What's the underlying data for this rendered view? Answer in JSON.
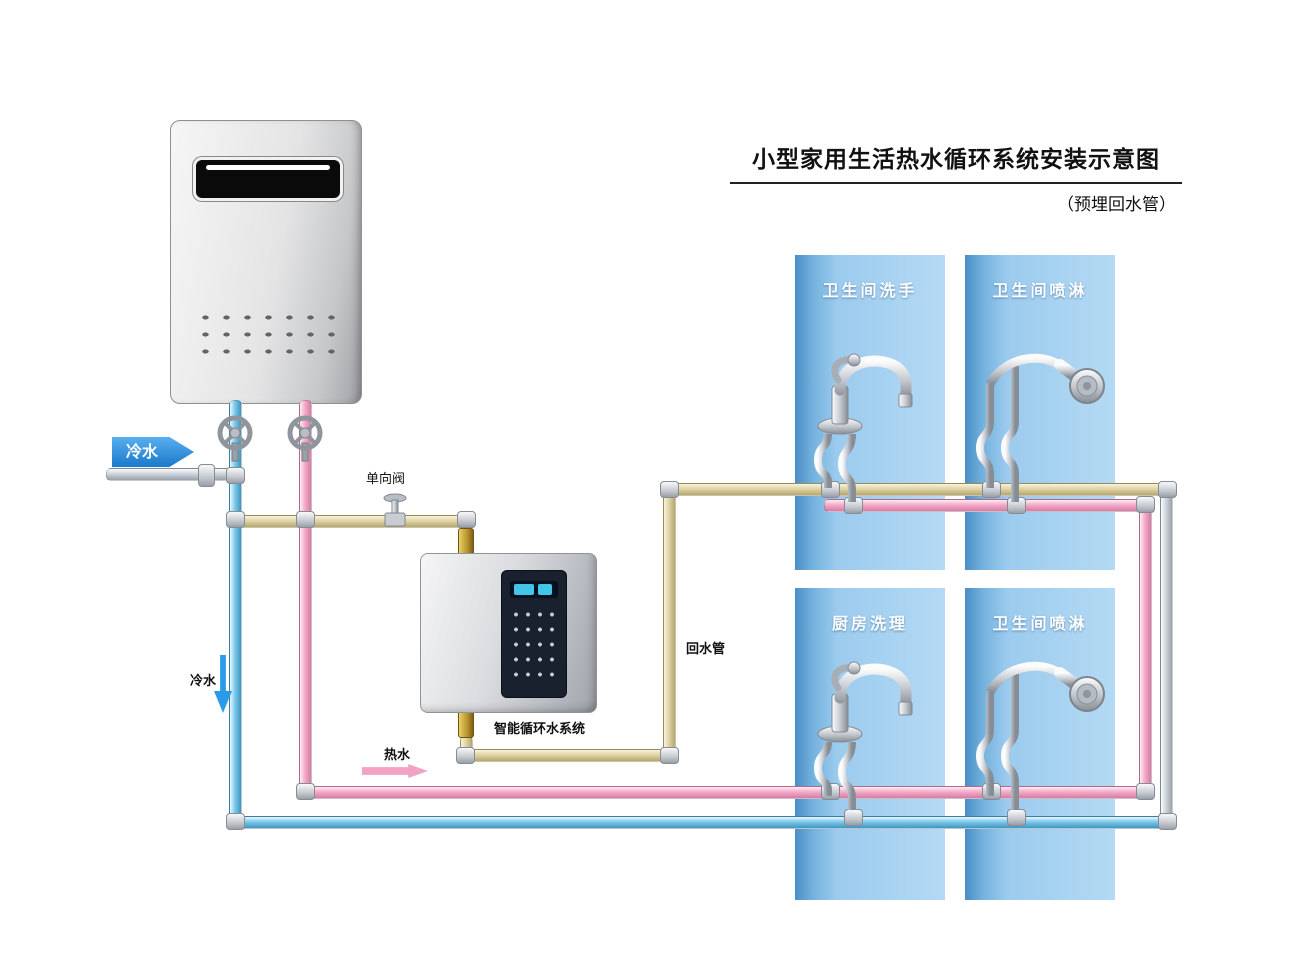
{
  "title": {
    "main": "小型家用生活热水循环系统安装示意图",
    "sub": "（预埋回水管）"
  },
  "labels": {
    "cold_inlet": "冷水",
    "check_valve": "单向阀",
    "device_name": "智能循环水系统",
    "return_pipe": "回水管",
    "cold_down": "冷水",
    "hot_water": "热水"
  },
  "panels": [
    {
      "label": "卫生间洗手",
      "fixture": "faucet"
    },
    {
      "label": "卫生间喷淋",
      "fixture": "shower"
    },
    {
      "label": "厨房洗理",
      "fixture": "faucet"
    },
    {
      "label": "卫生间喷淋",
      "fixture": "shower"
    }
  ],
  "colors": {
    "cold_pipe": "#7cc8ea",
    "hot_pipe": "#f3aac8",
    "return_pipe": "#e0d4a4",
    "panel_blue": "#9ccbee",
    "arrow_blue": "#2b9ae8",
    "arrow_pink": "#f2a2c4"
  }
}
